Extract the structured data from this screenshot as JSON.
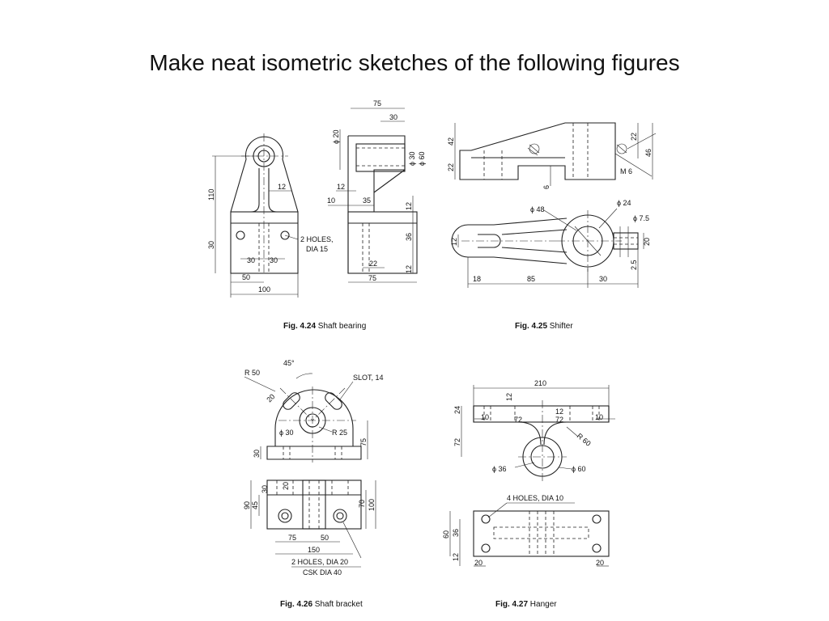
{
  "slide": {
    "title": "Make neat isometric sketches of the following figures"
  },
  "figures": [
    {
      "label": "Fig. 4.24",
      "caption": "Shaft bearing",
      "dims": {
        "d75": "75",
        "d30a": "30",
        "phi20": "ϕ 20",
        "d110": "110",
        "d12a": "12",
        "d30v": "30",
        "phi30": "ϕ 30",
        "phi60": "ϕ 60",
        "d12b": "12",
        "d10": "10",
        "d35": "35",
        "d12c": "12",
        "d36": "36",
        "d12d": "12",
        "d30l": "30",
        "d30r": "30",
        "d50": "50",
        "d100": "100",
        "d22": "22",
        "d75b": "75"
      },
      "notes": {
        "holes1": "2 HOLES,",
        "holes2": "DIA 15"
      }
    },
    {
      "label": "Fig. 4.25",
      "caption": "Shifter",
      "dims": {
        "d42": "42",
        "d22": "22",
        "d22r": "22",
        "d46": "46",
        "d6": "6",
        "m6": "M 6",
        "phi48": "ϕ 48",
        "phi24": "ϕ 24",
        "phi75": "ϕ 7.5",
        "d12": "12",
        "d20": "20",
        "d25": "2.5",
        "d18": "18",
        "d85": "85",
        "d30": "30"
      }
    },
    {
      "label": "Fig. 4.26",
      "caption": "Shaft bracket",
      "dims": {
        "deg45": "45°",
        "r50": "R 50",
        "slot": "SLOT, 14",
        "d20": "20",
        "phi30": "ϕ 30",
        "r25": "R 25",
        "d75v": "75",
        "d30": "30",
        "d90": "90",
        "d45": "45",
        "d30b": "30",
        "d20b": "20",
        "d70": "70",
        "d100": "100",
        "d75h": "75",
        "d50": "50",
        "d150": "150"
      },
      "notes": {
        "holes1": "2 HOLES, DIA 20",
        "holes2": "CSK DIA 40"
      }
    },
    {
      "label": "Fig. 4.27",
      "caption": "Hanger",
      "dims": {
        "d210": "210",
        "d24": "24",
        "d12a": "12",
        "d12b": "12",
        "d10l": "10",
        "d72a": "72",
        "d72b": "72",
        "d10r": "10",
        "d72v": "72",
        "r60": "R 60",
        "phi36": "ϕ 36",
        "phi60": "ϕ 60",
        "d60": "60",
        "d36": "36",
        "d12c": "12",
        "d20l": "20",
        "d20r": "20"
      },
      "notes": {
        "holes": "4 HOLES, DIA 10"
      }
    }
  ]
}
